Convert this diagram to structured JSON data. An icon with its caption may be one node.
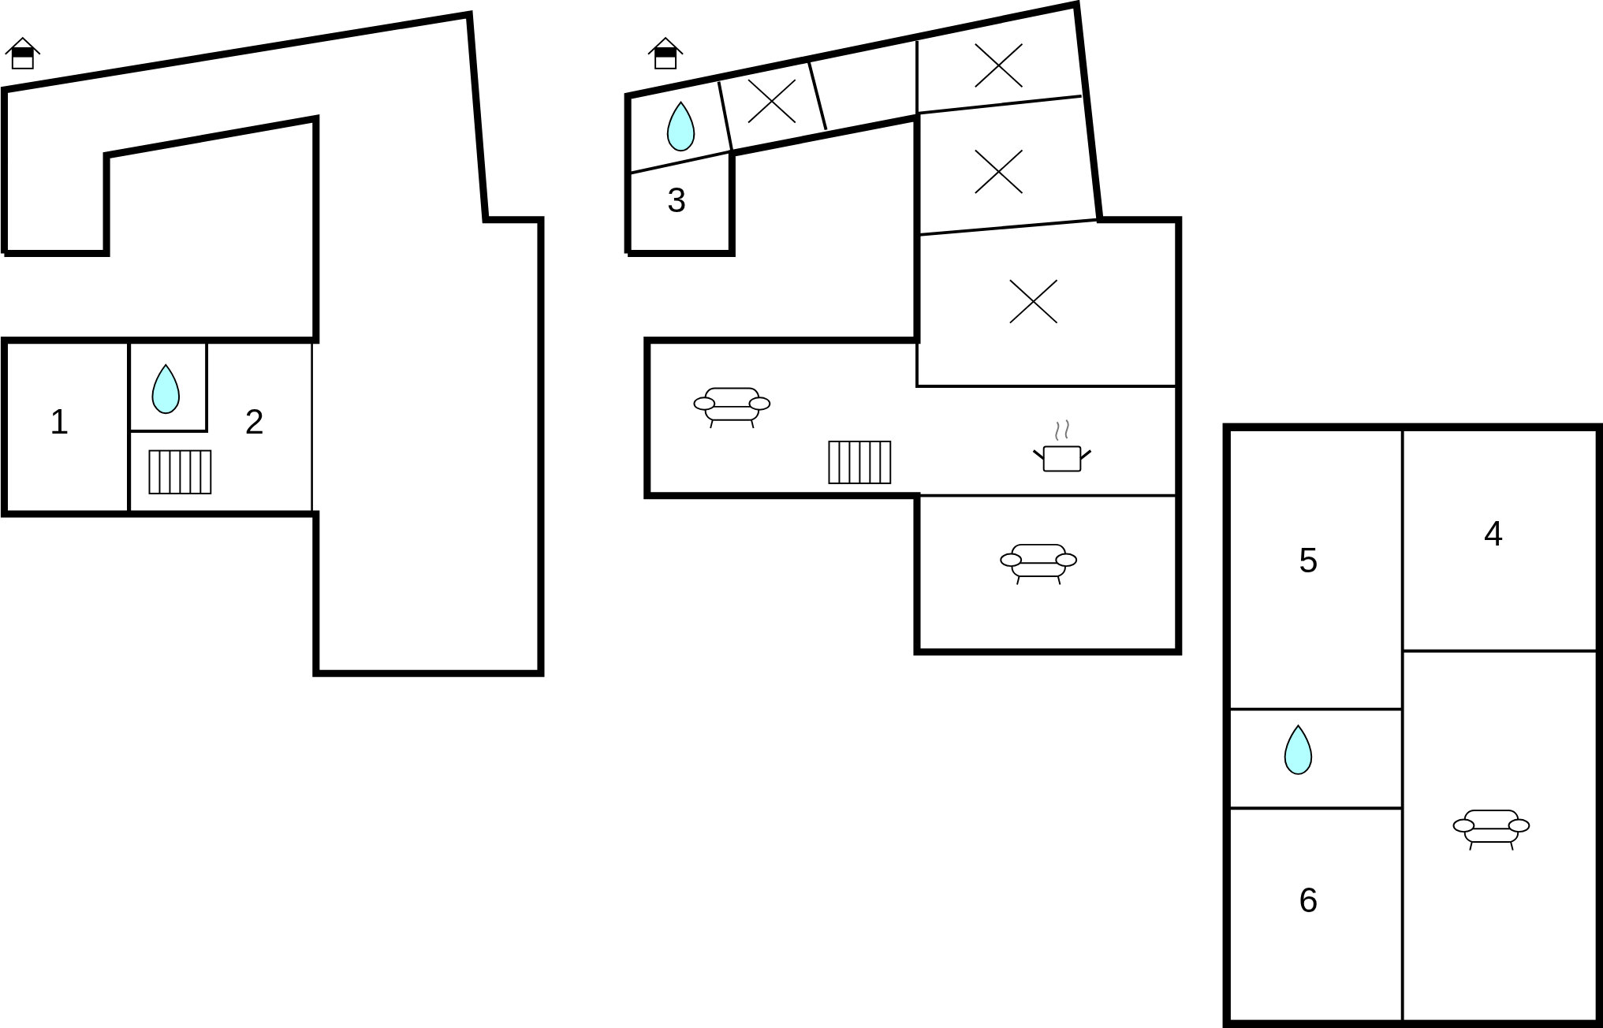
{
  "diagram": {
    "labels": [
      "3",
      "1",
      "2",
      "4",
      "5",
      "6"
    ]
  }
}
